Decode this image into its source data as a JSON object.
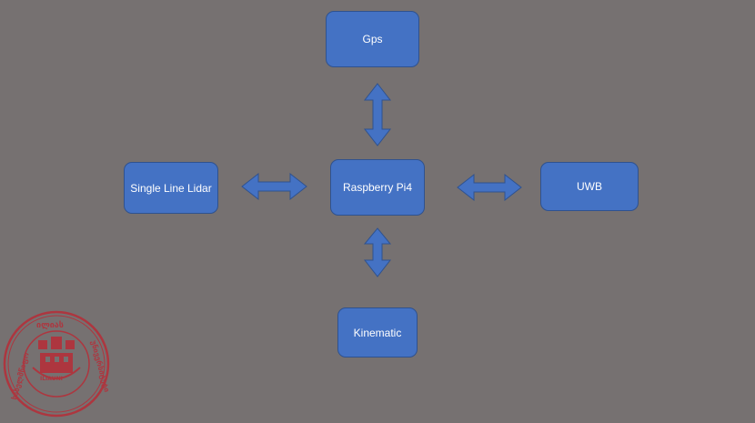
{
  "diagram": {
    "nodes": {
      "gps": "Gps",
      "lidar": "Single Line Lidar",
      "pi": "Raspberry Pi4",
      "uwb": "UWB",
      "kinematic": "Kinematic"
    },
    "connections": [
      {
        "from": "gps",
        "to": "pi",
        "direction": "bidirectional"
      },
      {
        "from": "lidar",
        "to": "pi",
        "direction": "bidirectional"
      },
      {
        "from": "uwb",
        "to": "pi",
        "direction": "bidirectional"
      },
      {
        "from": "kinematic",
        "to": "pi",
        "direction": "bidirectional"
      }
    ]
  },
  "colors": {
    "background": "#767171",
    "node_fill": "#4472c4",
    "node_border": "#2f528f",
    "node_text": "#ffffff",
    "seal": "#b3303a"
  },
  "watermark": {
    "type": "university-seal",
    "text_top": "ილიას",
    "text_left": "სახელმწიფო",
    "text_right": "უნივერსიტეტი",
    "text_bottom": "ILIAUNI"
  }
}
